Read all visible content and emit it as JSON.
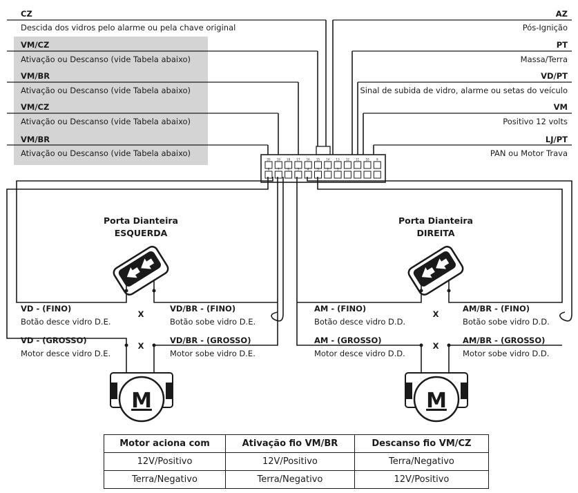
{
  "wires_left": [
    {
      "code": "CZ",
      "desc": "Descida dos vidros pelo alarme ou pela chave original"
    },
    {
      "code": "VM/CZ",
      "desc": "Ativação ou Descanso (vide Tabela abaixo)"
    },
    {
      "code": "VM/BR",
      "desc": "Ativação ou Descanso (vide Tabela abaixo)"
    },
    {
      "code": "VM/CZ",
      "desc": "Ativação ou Descanso (vide Tabela abaixo)"
    },
    {
      "code": "VM/BR",
      "desc": "Ativação ou Descanso (vide Tabela abaixo)"
    }
  ],
  "wires_right": [
    {
      "code": "AZ",
      "desc": "Pós-Ignição"
    },
    {
      "code": "PT",
      "desc": "Massa/Terra"
    },
    {
      "code": "VD/PT",
      "desc": "Sinal de subida de vidro, alarme ou setas do veículo"
    },
    {
      "code": "VM",
      "desc": "Positivo 12 volts"
    },
    {
      "code": "LJ/PT",
      "desc": "PAN ou Motor Trava"
    }
  ],
  "doors": [
    {
      "title": "Porta Dianteira",
      "side": "ESQUERDA",
      "btn_down_code": "VD - (FINO)",
      "btn_down_desc": "Botão desce vidro D.E.",
      "btn_up_code": "VD/BR - (FINO)",
      "btn_up_desc": "Botão sobe vidro D.E.",
      "mot_down_code": "VD - (GROSSO)",
      "mot_down_desc": "Motor desce vidro D.E.",
      "mot_up_code": "VD/BR - (GROSSO)",
      "mot_up_desc": "Motor sobe vidro D.E.",
      "motor_letter": "M",
      "cut": "X"
    },
    {
      "title": "Porta Dianteira",
      "side": "DIREITA",
      "btn_down_code": "AM - (FINO)",
      "btn_down_desc": "Botão desce vidro D.D.",
      "btn_up_code": "AM/BR - (FINO)",
      "btn_up_desc": "Botão sobe vidro D.D.",
      "mot_down_code": "AM - (GROSSO)",
      "mot_down_desc": "Motor desce vidro D.D.",
      "mot_up_code": "AM/BR - (GROSSO)",
      "mot_up_desc": "Motor sobe vidro D.D.",
      "motor_letter": "M",
      "cut": "X"
    }
  ],
  "connector": {
    "top_pins": [
      "20",
      "19",
      "18",
      "17",
      "16",
      "15",
      "14",
      "13",
      "12",
      "11",
      "10",
      "9"
    ],
    "bottom_pins": [
      "8",
      "7",
      "6",
      "5",
      "4",
      "3",
      "2",
      "1",
      "",
      "",
      "",
      ""
    ]
  },
  "table": {
    "headers": [
      "Motor aciona com",
      "Ativação fio VM/BR",
      "Descanso fio VM/CZ"
    ],
    "rows": [
      [
        "12V/Positivo",
        "12V/Positivo",
        "Terra/Negativo"
      ],
      [
        "Terra/Negativo",
        "Terra/Negativo",
        "12V/Positivo"
      ]
    ]
  },
  "colors": {
    "line": "#1a1a1a",
    "shade": "#d4d4d4",
    "bg": "#ffffff"
  }
}
